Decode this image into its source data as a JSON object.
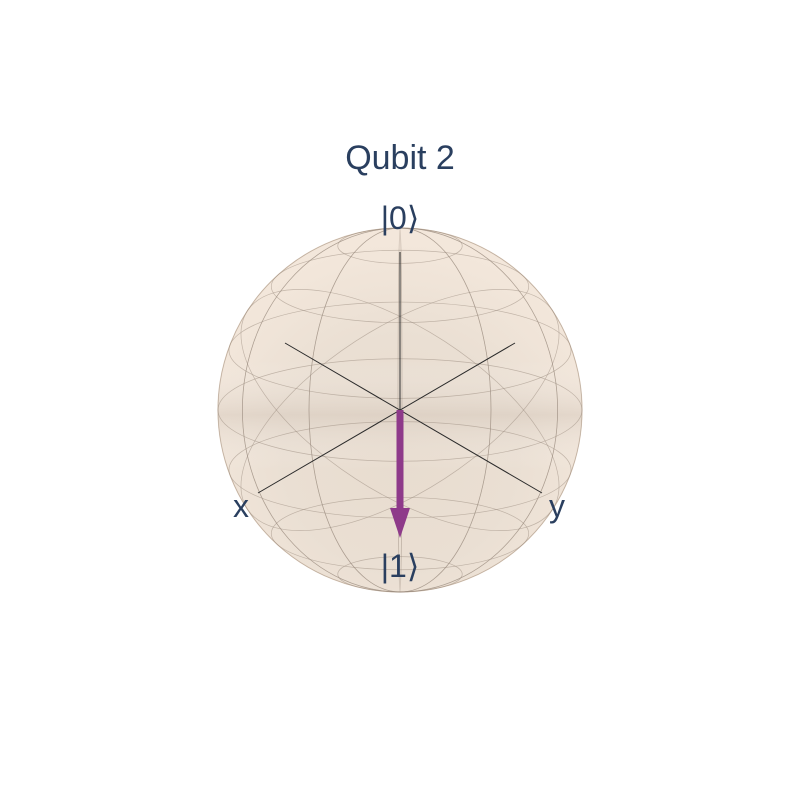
{
  "title": "Qubit 2",
  "labels": {
    "zero_ket": "|0⟩",
    "one_ket": "|1⟩",
    "x_axis": "x",
    "y_axis": "y"
  },
  "state_vector": {
    "theta_deg": 180,
    "phi_deg": 0,
    "points_to": "|1⟩"
  },
  "colors": {
    "text": "#2a3f5f",
    "sphere": "#ead7c3",
    "arrow": "#8e3a8a",
    "grid": "#9a8c80",
    "axes": "#2a2a2a"
  }
}
